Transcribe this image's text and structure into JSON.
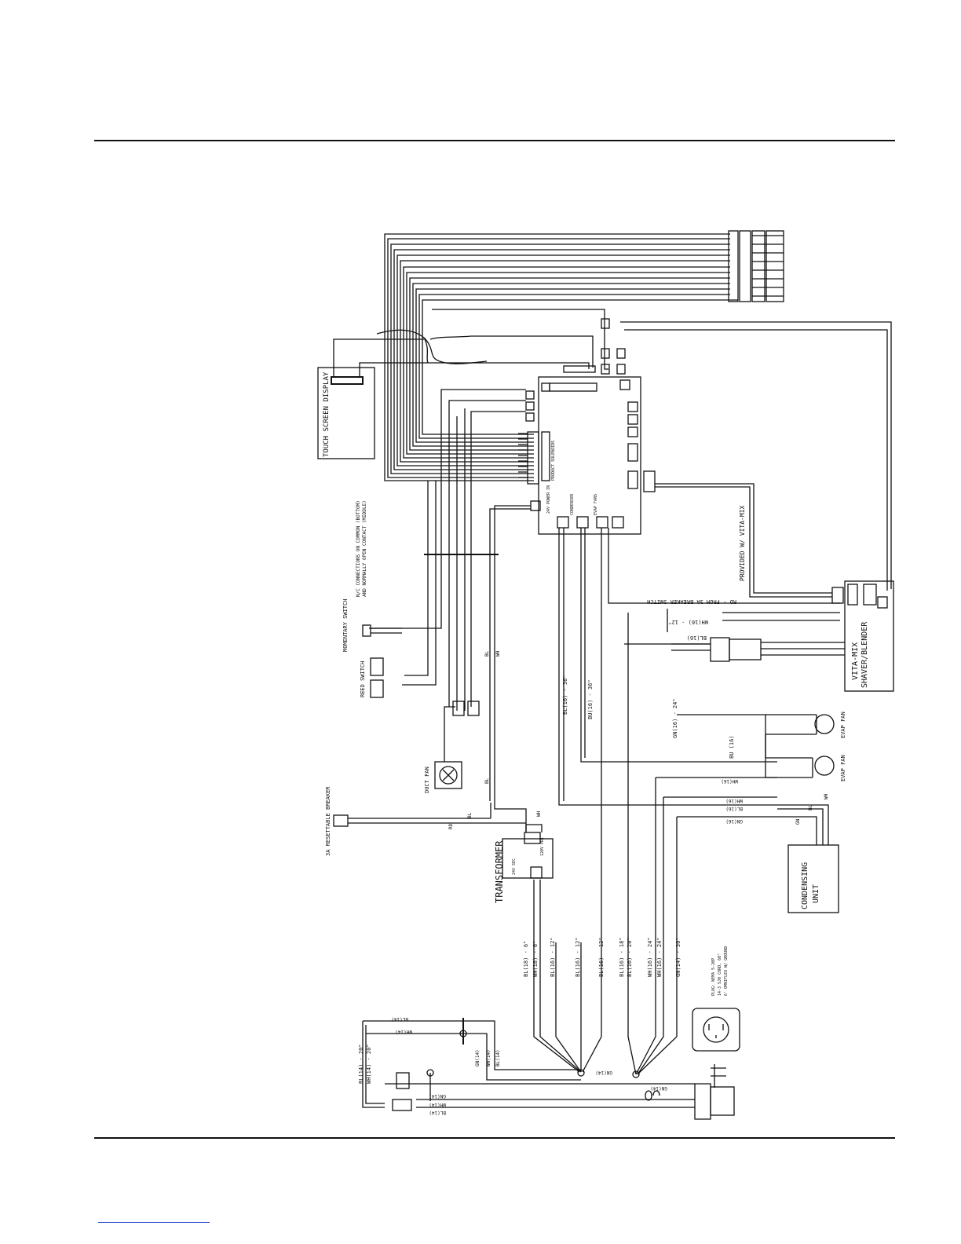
{
  "labels": {
    "touch_screen_display": "TOUCH SCREEN DISPLAY",
    "momentary_switch": "MOMENTARY SWITCH",
    "momentary_note_1": "N/C CONNECTIONS ON COMMON (BOTTOM)",
    "momentary_note_2": "AND NORMALLY OPEN CONTACT (MIDDLE)",
    "reed_switch": "REED SWITCH",
    "duct_fan": "DUCT FAN",
    "breaker": "3A RESETTABLE BREAKER",
    "transformer": "TRANSFORMER",
    "transformer_sec": "24V SEC",
    "transformer_pri": "120V PRI",
    "product_solenoids": "PRODUCT SOLENOIDS",
    "condenser": "CONDENSER",
    "evap_fans": "EVAP FANS",
    "power_24v": "24V POWER IN",
    "provided_vitamix": "PROVIDED W/ VITA-MIX",
    "rd_from_breaker": "RD - FROM 3A BREAKER SWITCH",
    "wh16_12": "WH(16) - 12\"",
    "bl16": "BL(16)",
    "vitamix_1": "VITA-MIX",
    "vitamix_2": "SHAVER/BLENDER",
    "bl16_36": "BL(16) - 36\"",
    "bu16_36": "BU(16) - 36\"",
    "gn16_24": "GN(16) - 24\"",
    "bu16": "BU (16)",
    "evap_fan": "EVAP FAN",
    "wh16": "WH(16)",
    "gn16": "GN(16)",
    "wh": "WH",
    "bl": "BL",
    "rd": "RD",
    "gn": "GN",
    "condensing_unit_1": "CONDENSING",
    "condensing_unit_2": "UNIT",
    "bl18_6": "BL(18) - 6\"",
    "wh18_6": "WH(18) - 6\"",
    "bl16_12a": "BL(16) - 12\"",
    "bl16_12b": "BL(16) - 12\"",
    "bl16_12c": "BL(16) - 12\"",
    "bl16_18": "BL(16) - 18\"",
    "bl16_20": "BL(16) - 20\"",
    "wh16_24a": "WH(16) - 24\"",
    "wh16_24b": "WH(16) - 24\"",
    "gn14_30": "GN(14) - 30\"",
    "plug_1": "PLUG: NEMA 5-20P",
    "plug_2": "14-3 SJ0 CORD, 60\"",
    "plug_3": "6' OMNIFLEX W/ GROUND",
    "bl14_20": "BL(14) - 20\"",
    "wh14_20": "WH(14) - 20\"",
    "bl14": "BL(14)",
    "wh14": "WH(14)",
    "gn14": "GN(14)"
  },
  "colors": {
    "line": "#111111",
    "paper": "#ffffff",
    "footer_link": "#2a49c9"
  }
}
